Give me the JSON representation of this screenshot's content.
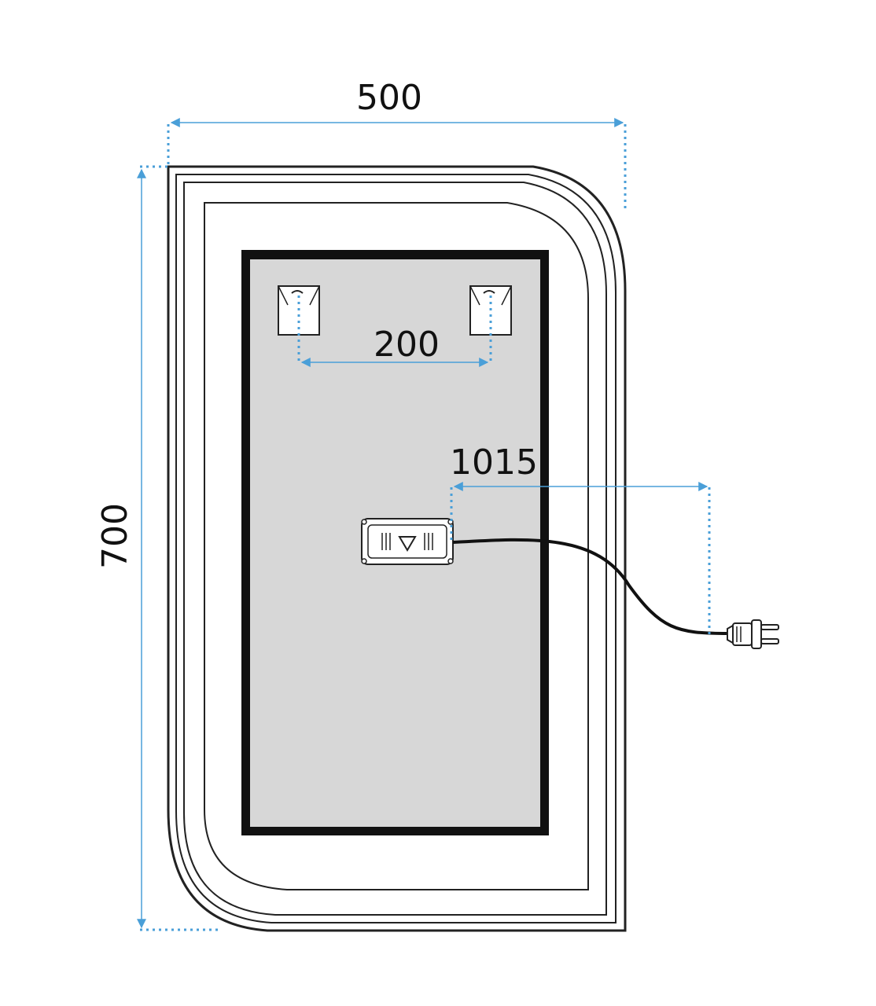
{
  "dimensions": {
    "width": "500",
    "height": "700",
    "hanger_spacing": "200",
    "cable_length": "1015"
  },
  "colors": {
    "dimension_line": "#4a9fd8",
    "outline": "#222222",
    "mirror_surface": "#d7d7d7",
    "frame_black": "#111111",
    "background": "#ffffff"
  },
  "icons": {
    "hanger": "wall-hanger-bracket-icon",
    "power_box": "led-driver-box-icon",
    "plug": "power-plug-icon"
  }
}
